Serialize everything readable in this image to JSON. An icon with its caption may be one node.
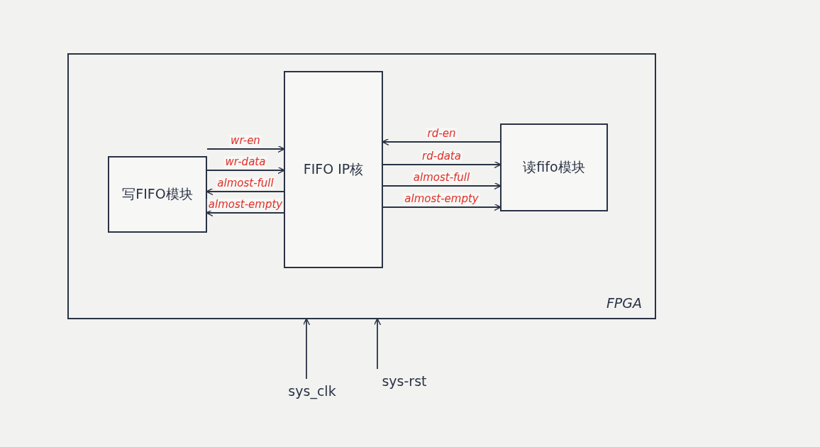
{
  "diagram": {
    "nodes": [
      {
        "text": [
          "FPGA"
        ]
      },
      {
        "text": [
          "写FIFO模块"
        ],
        "in": 0
      },
      {
        "text": [
          "FIFO IP核"
        ],
        "in": 0
      },
      {
        "text": [
          "读fifo模块"
        ],
        "in": 0
      },
      {
        "text": [
          "sys_clk"
        ]
      },
      {
        "text": [
          "sys-rst"
        ]
      }
    ],
    "edges": [
      {
        "from": 1,
        "to": 2,
        "arrow": "to",
        "label": "wr-en"
      },
      {
        "from": 1,
        "to": 2,
        "arrow": "to",
        "label": "wr-data"
      },
      {
        "from": 2,
        "to": 1,
        "arrow": "to",
        "label": "almost-full"
      },
      {
        "from": 2,
        "to": 1,
        "arrow": "to",
        "label": "almost-empty"
      },
      {
        "from": 3,
        "to": 2,
        "arrow": "to",
        "label": "rd-en"
      },
      {
        "from": 2,
        "to": 3,
        "arrow": "to",
        "label": "rd-data"
      },
      {
        "from": 2,
        "to": 3,
        "arrow": "to",
        "label": "almost-full"
      },
      {
        "from": 2,
        "to": 3,
        "arrow": "to",
        "label": "almost-empty"
      },
      {
        "from": 4,
        "to": 0,
        "arrow": "to"
      },
      {
        "from": 5,
        "to": 0,
        "arrow": "to"
      }
    ]
  }
}
